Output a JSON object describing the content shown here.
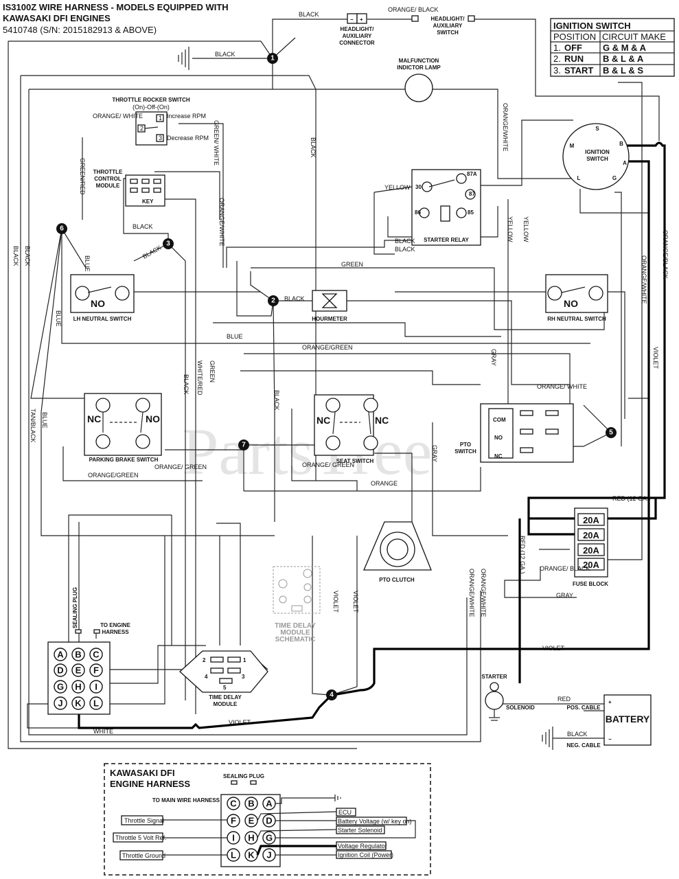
{
  "title": {
    "line1": "IS3100Z WIRE HARNESS - MODELS EQUIPPED WITH",
    "line2": "KAWASAKI DFI ENGINES",
    "line3": "5410748 (S/N: 2015182913 & ABOVE)"
  },
  "watermark": "PartsTree",
  "ignition_table": {
    "title": "IGNITION SWITCH",
    "col_position": "POSITION",
    "col_circuit": "CIRCUIT MAKE",
    "rows": [
      {
        "num": "1.",
        "pos": "OFF",
        "circuit": "G & M & A"
      },
      {
        "num": "2.",
        "pos": "RUN",
        "circuit": "B & L & A"
      },
      {
        "num": "3.",
        "pos": "START",
        "circuit": "B & L & S"
      }
    ]
  },
  "components": {
    "headlight_connector": [
      "HEADLIGHT/",
      "AUXILIARY",
      "CONNECTOR"
    ],
    "headlight_switch": [
      "HEADLIGHT/",
      "AUXILIARY",
      "SWITCH"
    ],
    "malfunction_lamp": [
      "MALFUNCTION",
      "INDICTOR LAMP"
    ],
    "throttle_rocker": [
      "THROTTLE ROCKER SWITCH",
      "(On)-Off-(On)"
    ],
    "increase_rpm": "Increase RPM",
    "decrease_rpm": "Decrease RPM",
    "throttle_module": [
      "THROTTLE",
      "CONTROL",
      "MODULE"
    ],
    "key": "KEY",
    "ignition_switch": [
      "IGNITION",
      "SWITCH"
    ],
    "starter_relay": "STARTER RELAY",
    "lh_neutral": "LH NEUTRAL SWITCH",
    "rh_neutral": "RH NEUTRAL SWITCH",
    "hourmeter": "HOURMETER",
    "parking_brake": "PARKING BRAKE SWITCH",
    "seat_switch": "SEAT SWITCH",
    "pto_switch": [
      "PTO",
      "SWITCH"
    ],
    "pto_clutch": "PTO CLUTCH",
    "fuse_block": "FUSE BLOCK",
    "fuse_rating": "20A",
    "time_delay_module": [
      "TIME DELAY",
      "MODULE"
    ],
    "time_delay_schematic": [
      "TIME DELAY",
      "MODULE",
      "SCHEMATIC"
    ],
    "starter": "STARTER",
    "solenoid": "SOLENOID",
    "battery": "BATTERY",
    "pos_cable": "POS. CABLE",
    "neg_cable": "NEG. CABLE",
    "sealing_plug": "SEALING PLUG",
    "to_engine_harness": [
      "TO ENGINE",
      "HARNESS"
    ],
    "no": "NO",
    "nc": "NC",
    "com": "COM",
    "relay_pins": [
      "30",
      "87A",
      "87",
      "86",
      "85"
    ],
    "ign_pins": [
      "S",
      "M",
      "B",
      "A",
      "L",
      "G"
    ],
    "rocker_pins": [
      "1",
      "2",
      "3"
    ],
    "tdm_pins": [
      "1",
      "2",
      "3",
      "4",
      "5"
    ],
    "plus": "+",
    "minus": "−"
  },
  "connector_pins": [
    "A",
    "B",
    "C",
    "D",
    "E",
    "F",
    "G",
    "H",
    "I",
    "J",
    "K",
    "L"
  ],
  "engine_connector_pins": [
    "C",
    "B",
    "A",
    "F",
    "E",
    "D",
    "I",
    "H",
    "G",
    "L",
    "K",
    "J"
  ],
  "nodes": [
    "1",
    "2",
    "3",
    "4",
    "5",
    "6",
    "7"
  ],
  "wire_labels": {
    "black": "BLACK",
    "orange_black": "ORANGE/ BLACK",
    "orange_white": "ORANGE/ WHITE",
    "orange_white_v": "ORANGE/WHITE",
    "orange_black_v": "ORANGE/BLACK",
    "green_white": "GREEN/ WHITE",
    "green_red": "GREEN/RED",
    "yellow": "YELLOW",
    "blue": "BLUE",
    "green": "GREEN",
    "gray": "GRAY",
    "orange_green": "ORANGE/GREEN",
    "orange_green_2": "ORANGE/ GREEN",
    "orange": "ORANGE",
    "white_red": "WHITE/RED",
    "tan_black": "TAN/BLACK",
    "violet": "VIOLET",
    "red": "RED",
    "red_12": "RED (12 GA.)",
    "white": "WHITE"
  },
  "engine_harness": {
    "title": [
      "KAWASAKI DFI",
      "ENGINE HARNESS"
    ],
    "sealing_plug": "SEALING PLUG",
    "to_main": "TO MAIN WIRE HARNESS",
    "left": [
      "Throttle Signal",
      "Throttle 5 Volt Ref.",
      "Throttle Ground"
    ],
    "right": [
      "ECU",
      "Battery Voltage (w/ key on)",
      "Starter Solenoid",
      "Voltage Regulator",
      "Ignition Coil (Power)"
    ]
  }
}
